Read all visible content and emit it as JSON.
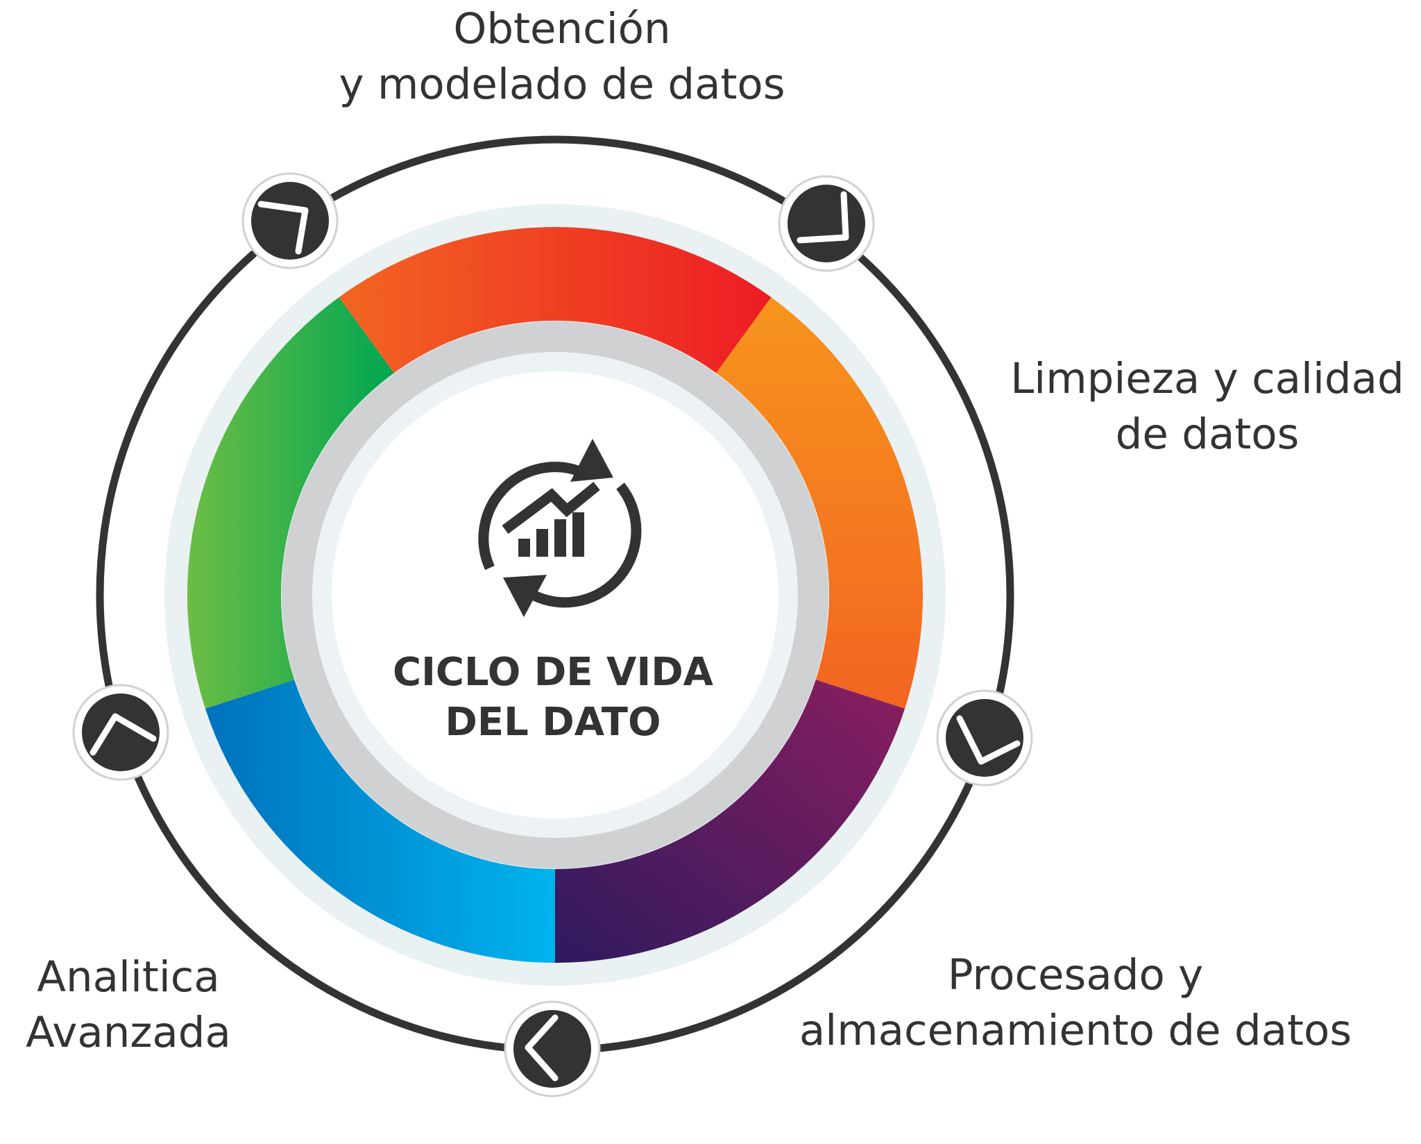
{
  "center": {
    "title_line1": "CICLO DE VIDA",
    "title_line2": "DEL DATO",
    "icon": "analytics-cycle-icon"
  },
  "stages": [
    {
      "id": "obtencion",
      "line1": "Obtención",
      "line2": "y modelado de datos",
      "color_start": "#f26522",
      "color_end": "#ed1c24",
      "marker_icon": "chevron-top-left-icon"
    },
    {
      "id": "limpieza",
      "line1": "Limpieza y calidad",
      "line2": "de datos",
      "color_start": "#f7941d",
      "color_end": "#f26522",
      "marker_icon": "chevron-top-right-icon"
    },
    {
      "id": "procesado",
      "line1": "Procesado y",
      "line2": "almacenamiento de datos",
      "color_start": "#2e1a5e",
      "color_end": "#8b1e5f",
      "marker_icon": "chevron-right-icon"
    },
    {
      "id": "analitica",
      "line1": "Analitica",
      "line2": "Avanzada",
      "color_start": "#0072bc",
      "color_end": "#00aeef",
      "marker_icon": "chevron-bottom-icon"
    },
    {
      "id": "visualizacion",
      "line1": "",
      "line2": "",
      "color_start": "#8dc63f",
      "color_end": "#00a651",
      "marker_icon": "chevron-left-icon"
    }
  ],
  "colors": {
    "text": "#333333",
    "outer_ring": "#333333",
    "marker_fill": "#333333",
    "marker_border": "#ffffff",
    "halo": "#eaf1f3",
    "inner_ring": "#cfd1d3",
    "center_fill": "#ffffff"
  }
}
